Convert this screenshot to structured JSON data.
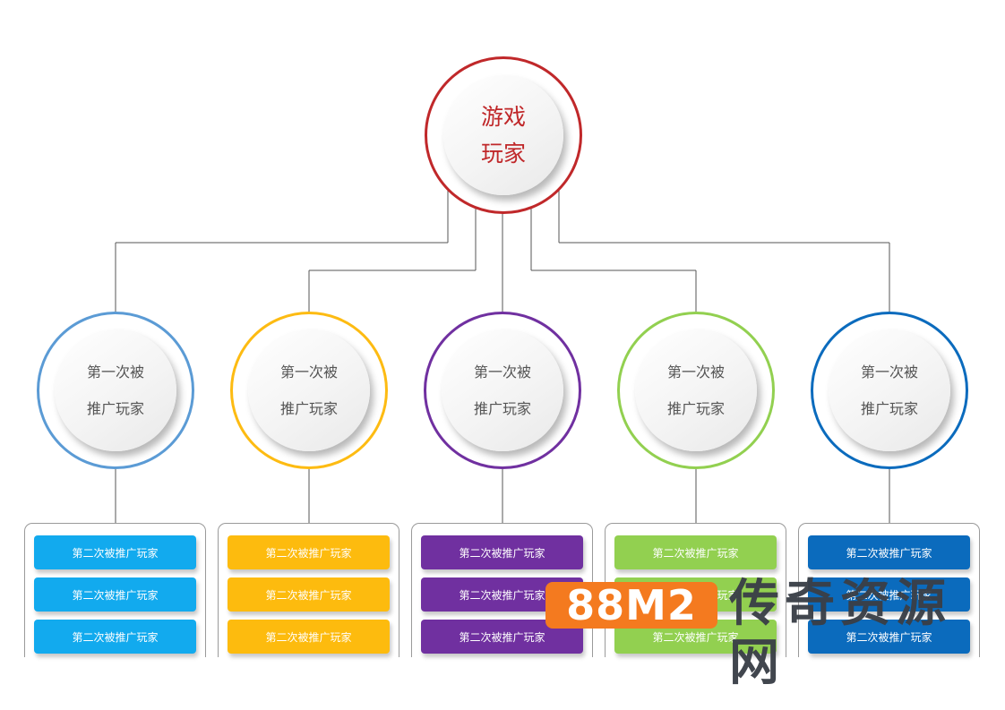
{
  "root": {
    "line1": "游戏",
    "line2": "玩家",
    "ring_color": "#c0282a"
  },
  "nodes": [
    {
      "line1": "第一次被",
      "line2": "推广玩家",
      "ring_color": "#5b9bd5",
      "tag_color": "#12aaee",
      "tags": [
        "第二次被推广玩家",
        "第二次被推广玩家",
        "第二次被推广玩家"
      ]
    },
    {
      "line1": "第一次被",
      "line2": "推广玩家",
      "ring_color": "#fdbb12",
      "tag_color": "#fdbb0e",
      "tags": [
        "第二次被推广玩家",
        "第二次被推广玩家",
        "第二次被推广玩家"
      ]
    },
    {
      "line1": "第一次被",
      "line2": "推广玩家",
      "ring_color": "#7030a0",
      "tag_color": "#7030a0",
      "tags": [
        "第二次被推广玩家",
        "第二次被推广玩家",
        "第二次被推广玩家"
      ]
    },
    {
      "line1": "第一次被",
      "line2": "推广玩家",
      "ring_color": "#92d050",
      "tag_color": "#92d050",
      "tags": [
        "第二次被推广玩家",
        "第二次被推广玩家",
        "第二次被推广玩家"
      ]
    },
    {
      "line1": "第一次被",
      "line2": "推广玩家",
      "ring_color": "#0b6bbd",
      "tag_color": "#0b6bbd",
      "tags": [
        "第二次被推广玩家",
        "第二次被推广玩家",
        "第二次被推广玩家"
      ]
    }
  ],
  "watermark": {
    "badge": "88M2",
    "text": "传奇资源网",
    "badge_color": "#f47a1f",
    "text_color": "#3a3f47"
  }
}
